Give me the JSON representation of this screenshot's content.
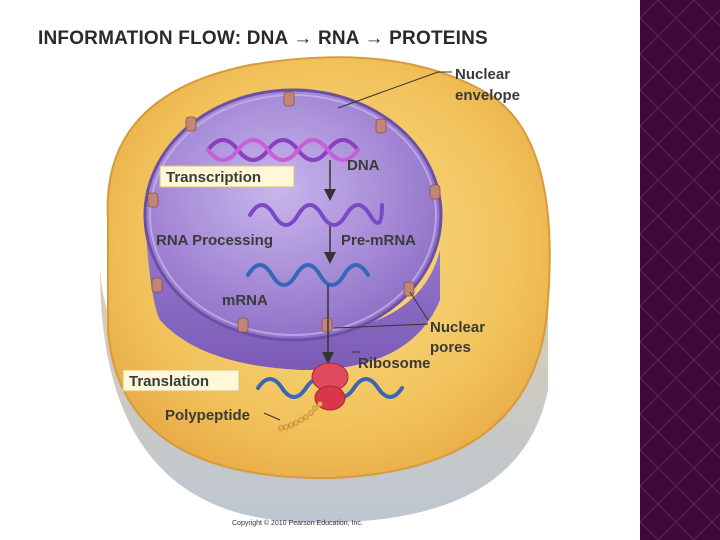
{
  "slide": {
    "title_parts": [
      "INFORMATION FLOW: DNA",
      "RNA",
      "PROTEINS"
    ],
    "arrow_glyph": "→"
  },
  "labels": {
    "nuclear_envelope_1": "Nuclear",
    "nuclear_envelope_2": "envelope",
    "dna": "DNA",
    "transcription": "Transcription",
    "rna_processing": "RNA Processing",
    "pre_mrna": "Pre-mRNA",
    "mrna": "mRNA",
    "nuclear_pores_1": "Nuclear",
    "nuclear_pores_2": "pores",
    "ribosome": "Ribosome",
    "translation": "Translation",
    "polypeptide": "Polypeptide"
  },
  "copyright": "Copyright © 2010 Pearson Education, Inc.",
  "colors": {
    "side_panel": "#3d0a3a",
    "cytoplasm": "#f2c75f",
    "nucleus": "#a98fd6",
    "dna_strand": "#8a3fc0",
    "rna_strand": "#3a66b8",
    "ribosome": "#d9364a",
    "envelope_pores": "#b5746a"
  }
}
